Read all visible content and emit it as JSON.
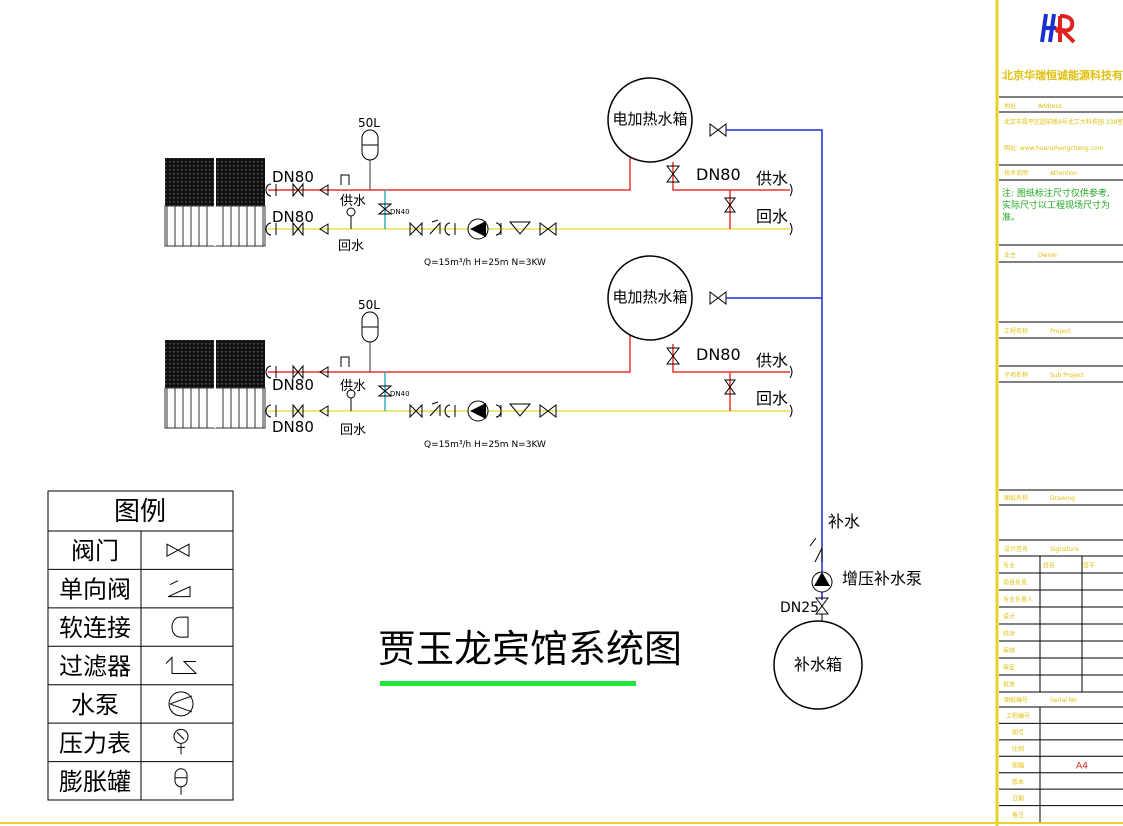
{
  "colors": {
    "supply_pipe": "#e8352e",
    "return_pipe": "#e8e14a",
    "makeup_pipe": "#1a2fd0",
    "title_underline": "#22e63a",
    "frame_border": "#e8d428",
    "titleblock_text": "#e0c010",
    "titleblock_note": "#1fa51f"
  },
  "system1": {
    "tank_label": "电加热水箱",
    "expansion_label": "50L",
    "supply_dn": "DN80",
    "return_dn": "DN80",
    "supply_label": "供水",
    "return_label": "回水",
    "bypass_label": "DN40",
    "out_dn": "DN80",
    "out_supply": "供水",
    "out_return": "回水",
    "pump_spec": "Q=15m³/h H=25m N=3KW"
  },
  "system2": {
    "tank_label": "电加热水箱",
    "expansion_label": "50L",
    "supply_dn": "DN80",
    "return_dn": "DN80",
    "supply_label": "供水",
    "return_label": "回水",
    "bypass_label": "DN40",
    "out_dn": "DN80",
    "out_supply": "供水",
    "out_return": "回水",
    "pump_spec": "Q=15m³/h H=25m N=3KW"
  },
  "makeup": {
    "water_label": "补水",
    "pump_label": "增压补水泵",
    "dn": "DN25",
    "tank_label": "补水箱"
  },
  "legend": {
    "title": "图例",
    "items": [
      {
        "name": "阀门",
        "icon": "gate-valve-icon"
      },
      {
        "name": "单向阀",
        "icon": "check-valve-icon"
      },
      {
        "name": "软连接",
        "icon": "flex-joint-icon"
      },
      {
        "name": "过滤器",
        "icon": "strainer-icon"
      },
      {
        "name": "水泵",
        "icon": "pump-icon"
      },
      {
        "name": "压力表",
        "icon": "pressure-gauge-icon"
      },
      {
        "name": "膨胀罐",
        "icon": "expansion-tank-icon"
      }
    ]
  },
  "drawing_title": "贾玉龙宾馆系统图",
  "title_block": {
    "company": "北京华瑞恒诚能源科技有限公司",
    "address_label": "地址",
    "address_en": "Address",
    "address_text": "北京市昌平区超前路9号北工大科技园 338室",
    "website": "网址: www.huaruihengcheng.com",
    "note_label": "技术说明",
    "note_en": "Attention",
    "note_text": "注: 图纸标注尺寸仅供参考, 实际尺寸以工程现场尺寸为准。",
    "owner_label": "业主",
    "owner_en": "Owner",
    "project_label": "工程名称",
    "project_en": "Project",
    "subproject_label": "子项名称",
    "subproject_en": "Sub Project",
    "drawing_label": "图纸名称",
    "drawing_en": "Drawing",
    "signature_label": "设计签名",
    "signature_en": "Signature",
    "sig_headers": [
      "专业",
      "姓名",
      "签字"
    ],
    "sig_rows": [
      "项目负责",
      "专业负责人",
      "设计",
      "校对",
      "审核",
      "审定",
      "批准"
    ],
    "serial_label": "图纸编号",
    "serial_en": "Serial No",
    "serial_rows": [
      "工程编号",
      "图号",
      "比例",
      "图幅",
      "版本",
      "日期",
      "备注"
    ],
    "paper_size": "A4"
  }
}
